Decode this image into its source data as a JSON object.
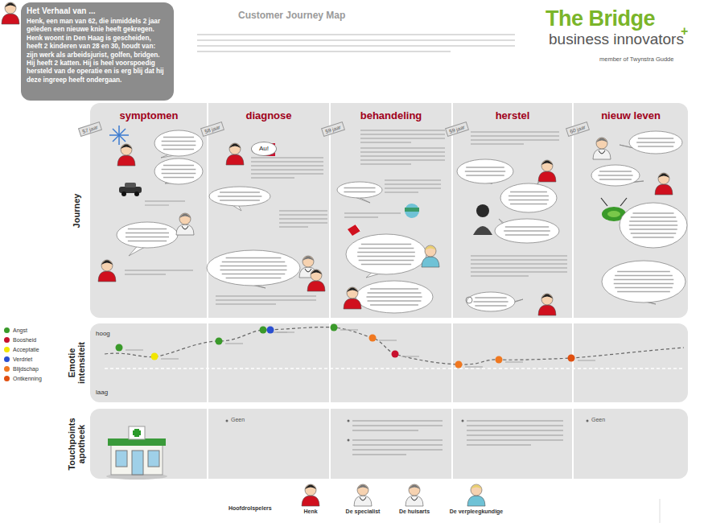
{
  "diagram": {
    "title": "Customer Journey Map",
    "nodes": [
      {
        "text": [
          "Het Verhaal van ...",
          "Henk, een man van 62, die inmiddels 2 jaar geleden een nieuwe knie heeft gekregen. Henk woont in Den Haag is gescheiden, heeft 2 kinderen van 28 en 30, houdt van: zijn werk als arbeidsjurist, golfen, bridgen. Hij heeft 2 katten. Hij is heel voorspoedig hersteld van de operatie en is erg blij dat hij deze ingreep heeft ondergaan."
        ]
      },
      {
        "text": [
          "Journey"
        ]
      },
      {
        "text": [
          "Au!"
        ],
        "in": 1
      },
      {
        "text": [
          "Emotie intensiteit"
        ]
      },
      {
        "text": [
          "Touchpoints apotheek"
        ]
      }
    ],
    "edges": [],
    "labels": [
      "The Bridge",
      "business innovators",
      "+",
      "member of Twynstra Gudde",
      "symptomen",
      "diagnose",
      "behandeling",
      "herstel",
      "nieuw leven",
      "57 jaar",
      "58 jaar",
      "59 jaar",
      "59 jaar",
      "60 jaar",
      "hoog",
      "laag",
      "Geen",
      "Geen",
      "Hoofdrolspelers",
      "Henk",
      "De specialist",
      "De huisarts",
      "De verpleegkundige"
    ],
    "legend": [
      {
        "text": "Angst",
        "color": "#3a9a2a"
      },
      {
        "text": "Boosheid",
        "color": "#c8102e"
      },
      {
        "text": "Acceptatie",
        "color": "#f2e600"
      },
      {
        "text": "Verdriet",
        "color": "#2a4fd0"
      },
      {
        "text": "Blijdschap",
        "color": "#f07820"
      },
      {
        "text": "Ontkenning",
        "color": "#e05010"
      }
    ]
  }
}
